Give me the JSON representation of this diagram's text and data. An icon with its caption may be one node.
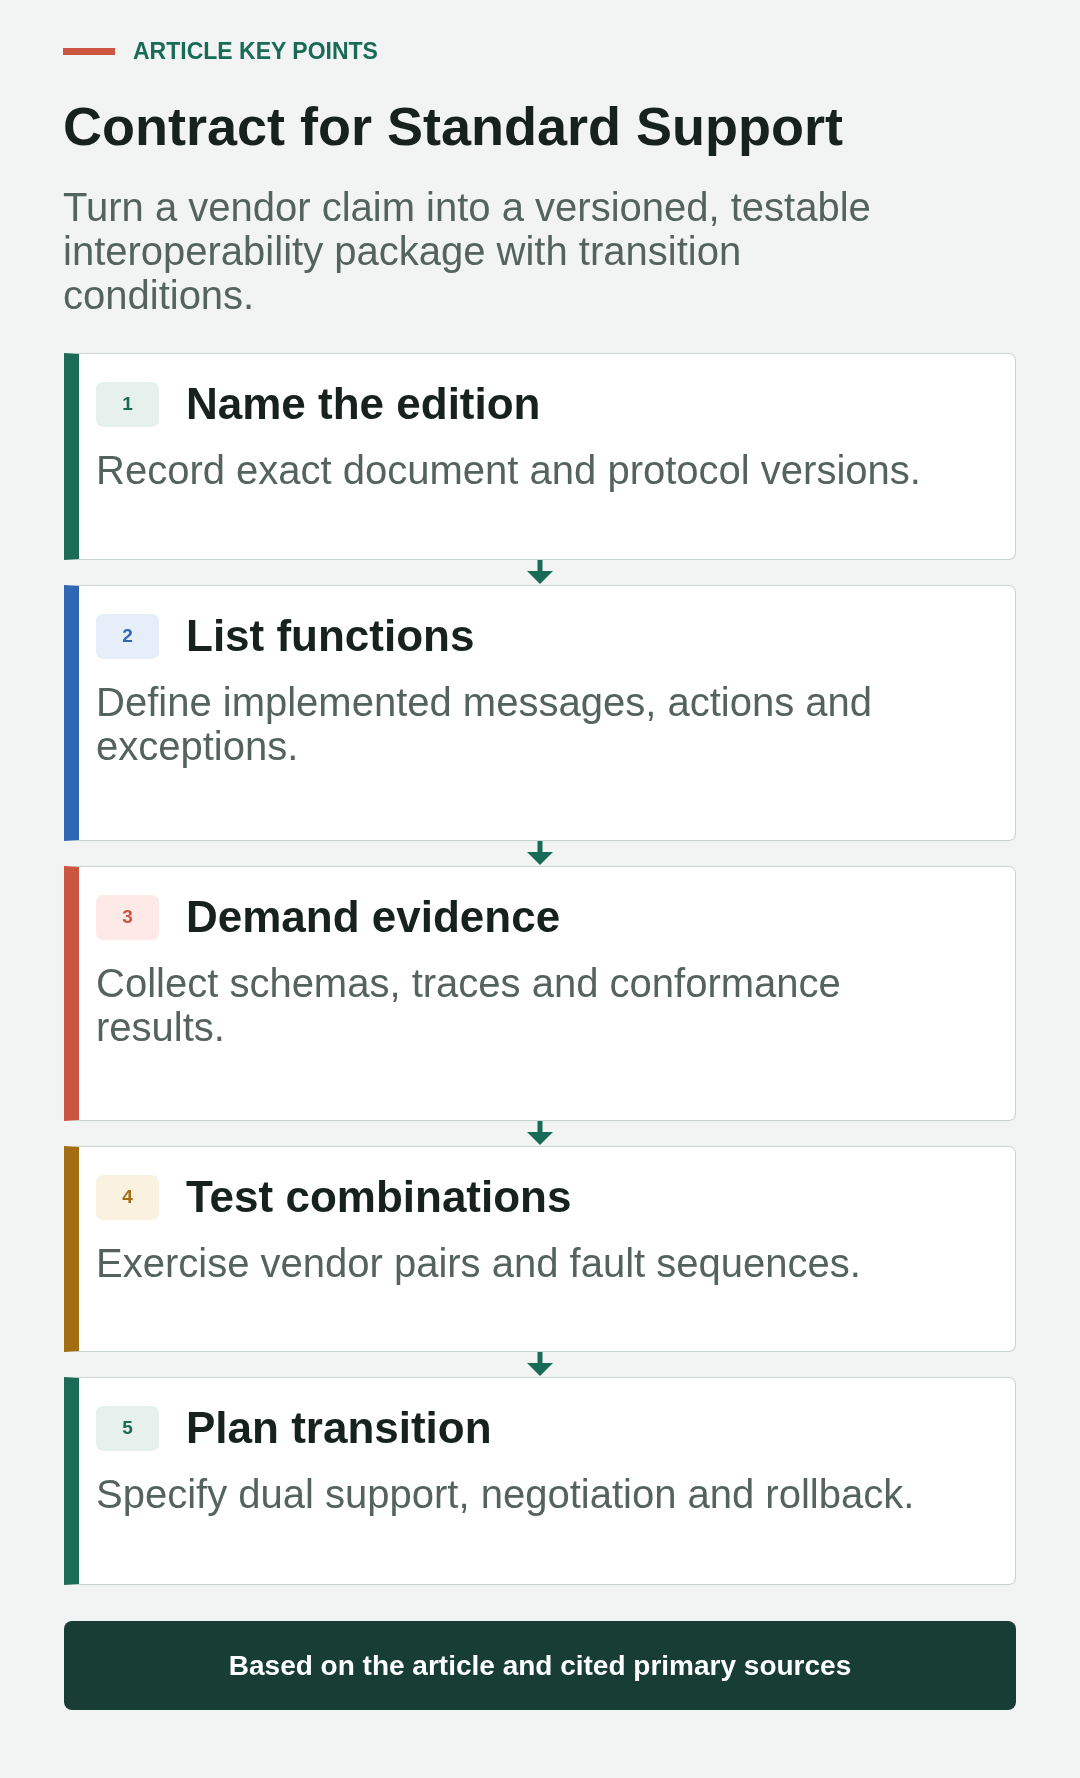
{
  "diagram": {
    "title": "Contract for Standard Support",
    "nodes": [
      {
        "text": [
          "Name the edition",
          "Record exact document and protocol versions."
        ]
      },
      {
        "text": [
          "1"
        ],
        "in": 0
      },
      {
        "text": [
          "List functions",
          "Define implemented messages, actions and exceptions."
        ]
      },
      {
        "text": [
          "2"
        ],
        "in": 2
      },
      {
        "text": [
          "Demand evidence",
          "Collect schemas, traces and conformance results."
        ]
      },
      {
        "text": [
          "3"
        ],
        "in": 4
      },
      {
        "text": [
          "Test combinations",
          "Exercise vendor pairs and fault sequences."
        ]
      },
      {
        "text": [
          "4"
        ],
        "in": 6
      },
      {
        "text": [
          "Plan transition",
          "Specify dual support, negotiation and rollback."
        ]
      },
      {
        "text": [
          "5"
        ],
        "in": 8
      },
      {
        "text": [
          "Based on the article and cited primary sources"
        ]
      }
    ],
    "edges": [
      {
        "from": 0,
        "to": 2,
        "arrow": "to"
      },
      {
        "from": 2,
        "to": 4,
        "arrow": "to"
      },
      {
        "from": 4,
        "to": 6,
        "arrow": "to"
      },
      {
        "from": 6,
        "to": 8,
        "arrow": "to"
      }
    ],
    "labels": [
      "ARTICLE KEY POINTS",
      "Turn a vendor claim into a versioned, testable interoperability package with transition conditions."
    ]
  }
}
